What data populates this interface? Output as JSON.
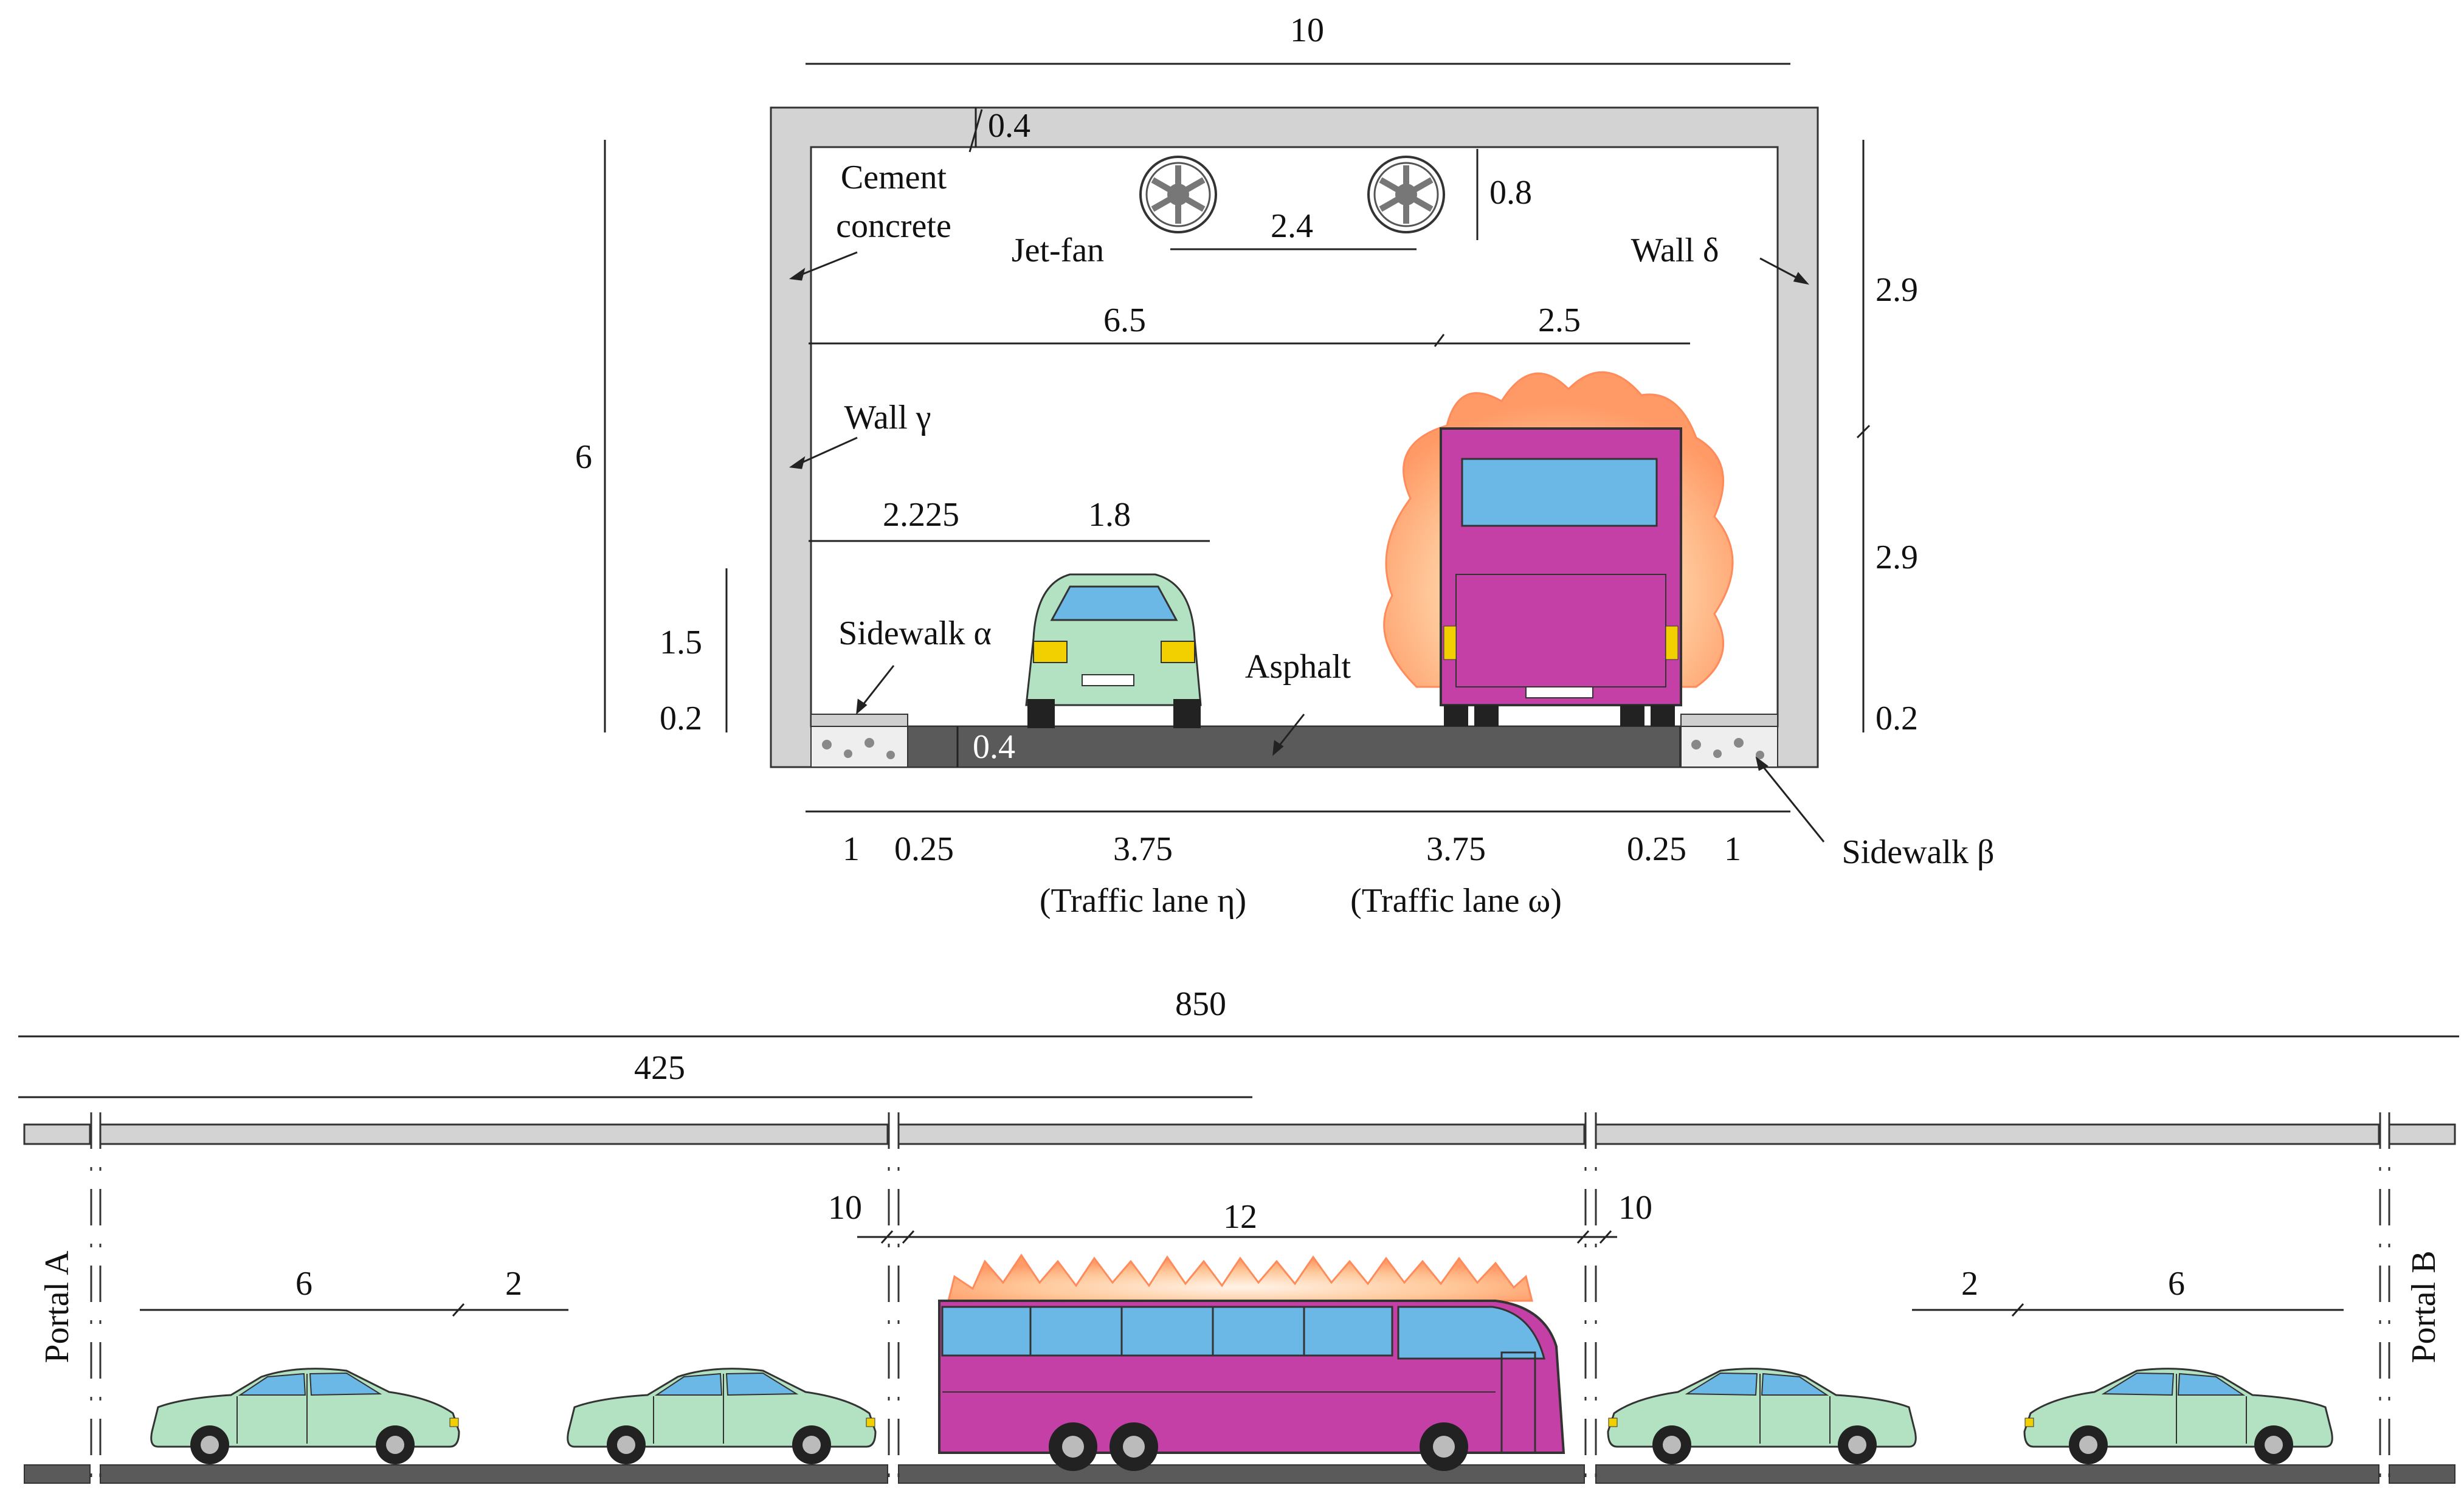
{
  "cross_section": {
    "dims": {
      "width": "10",
      "roof": "0.4",
      "fan_height": "0.8",
      "fan_spacing": "2.4",
      "span_a": "6.5",
      "span_b": "2.5",
      "height": "6",
      "upper": "2.9",
      "lower": "2.9",
      "curb_right": "0.2",
      "car_offset": "2.225",
      "car_width": "1.8",
      "sidewalk_h": "1.5",
      "curb_left": "0.2",
      "asphalt": "0.4",
      "b1": "1",
      "b2": "0.25",
      "b3": "3.75",
      "b4": "3.75",
      "b5": "0.25",
      "b6": "1"
    },
    "labels": {
      "cement_1": "Cement",
      "cement_2": "concrete",
      "jetfan": "Jet-fan",
      "wall_delta": "Wall δ",
      "wall_gamma": "Wall γ",
      "sidewalk_alpha": "Sidewalk α",
      "asphalt": "Asphalt",
      "sidewalk_beta": "Sidewalk β",
      "lane_eta": "(Traffic lane η)",
      "lane_omega": "(Traffic lane ω)"
    }
  },
  "longitudinal": {
    "dims": {
      "total": "850",
      "half": "425",
      "gap_left": "10",
      "bus_len": "12",
      "gap_right": "10",
      "car_len_l": "6",
      "car_gap_l": "2",
      "car_gap_r": "2",
      "car_len_r": "6"
    },
    "labels": {
      "portal_a": "Portal A",
      "portal_b": "Portal B"
    }
  },
  "colors": {
    "concrete": "#d3d3d3",
    "asphalt": "#5a5a5a",
    "car_body": "#b3e2c3",
    "bus_body": "#c43fa6",
    "glass": "#6bb7e6",
    "flame": "#ffb070"
  }
}
